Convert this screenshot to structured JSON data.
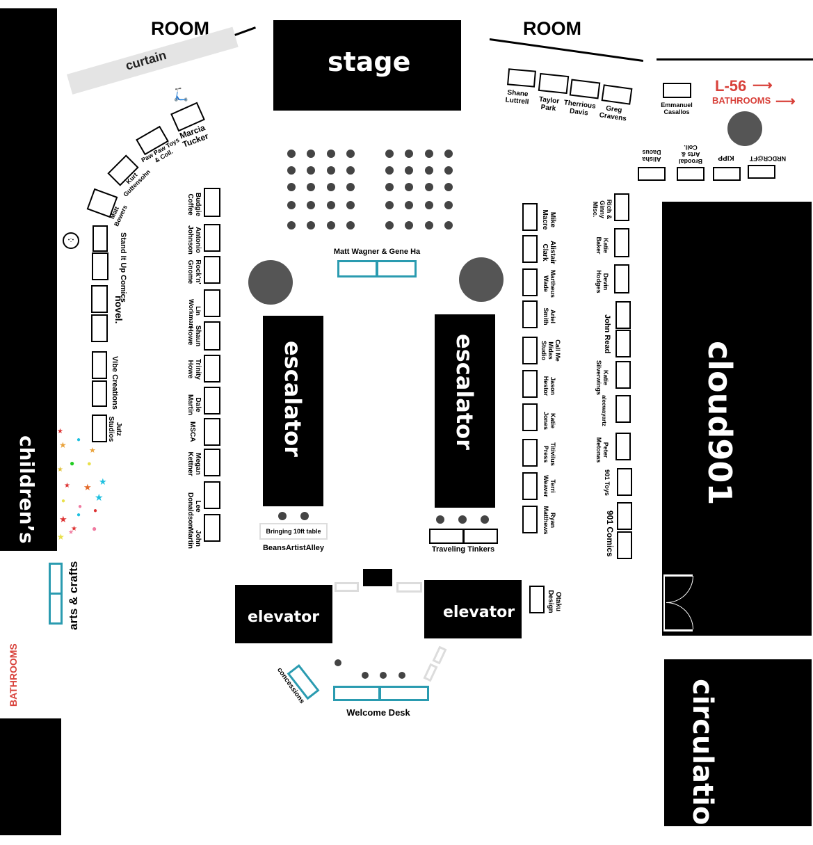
{
  "areas": {
    "stage": "stage",
    "curtain": "curtain",
    "room_left": "ROOM",
    "room_right": "ROOM",
    "childrens": "children’s",
    "escalator_left": "escalator",
    "escalator_right": "escalator",
    "elevator_left": "elevator",
    "elevator_right": "elevator",
    "cloud901": "cloud901",
    "circulation": "circulation",
    "bathrooms_left": "BATHROOMS",
    "bathrooms_right": "BATHROOMS",
    "room_number": "L-56",
    "arts_crafts": "arts & crafts"
  },
  "vendors": {
    "shane": "Shane Luttrell",
    "taylor": "Taylor Park",
    "therrious": "Therrious Davis",
    "greg": "Greg Cravens",
    "emmanuel": "Emmanuel Casallos",
    "alisha": "Alisha Dacus",
    "broodal": "Broodal Arts & Coll.",
    "kipp": "KIPP",
    "nrdcrft": "NRDCR@FT",
    "marcia": "Marcia Tucker",
    "pawpaw": "Paw Paw Toys & Coll.",
    "kurt": "Kurt Guttensohn",
    "matt_bowers": "Matt Bowers",
    "stand_it_up": "Stand It Up Comics",
    "novel": "novel.",
    "vibe": "Vibe Creations",
    "jutz": "Jutz Studios",
    "budgie": "Budgie Coffee",
    "antonio": "Antonio Johnson",
    "rockn": "Rock'n' Gnome",
    "lin": "Lin Workman",
    "shaun": "Shaun Howe",
    "trinity": "Trinity Howe",
    "dale": "Dale Martin",
    "msca": "MSCA",
    "megan": "Megan Kettner",
    "lee": "Lee Donaldson",
    "john_martin": "John Martin",
    "matt_gene": "Matt Wagner & Gene Ha",
    "bringing": "Bringing 10ft table",
    "beans": "BeansArtistAlley",
    "traveling": "Traveling Tinkers",
    "welcome": "Welcome Desk",
    "concessions": "concessions",
    "mike": "Mike Macre",
    "alistair": "Alistair Clark",
    "martheus": "Martheus Wade",
    "ariel": "Ariel Smith",
    "callme": "Call Me Midas Studio",
    "jason": "Jason Hestor",
    "katie_jones": "Katie Jones",
    "titivilus": "Titivilus Press",
    "terri": "Terri Weaver",
    "ryan": "Ryan Matthews",
    "otaku": "Otaku Design",
    "rich": "Rich & Ginny Misc.",
    "katie_baker": "Katie Baker",
    "devin": "Devin Hodges",
    "john_read": "John Read",
    "katie_silver": "Katie Silverwings",
    "aleeway": "aleewayartz",
    "peter": "Peter Metonas",
    "toys901": "901 Toys",
    "comics901": "901 Comics"
  },
  "colors": {
    "booth_blue": "#2a9bb0",
    "bathroom_red": "#d8413a",
    "pillar_grey": "#555555"
  }
}
